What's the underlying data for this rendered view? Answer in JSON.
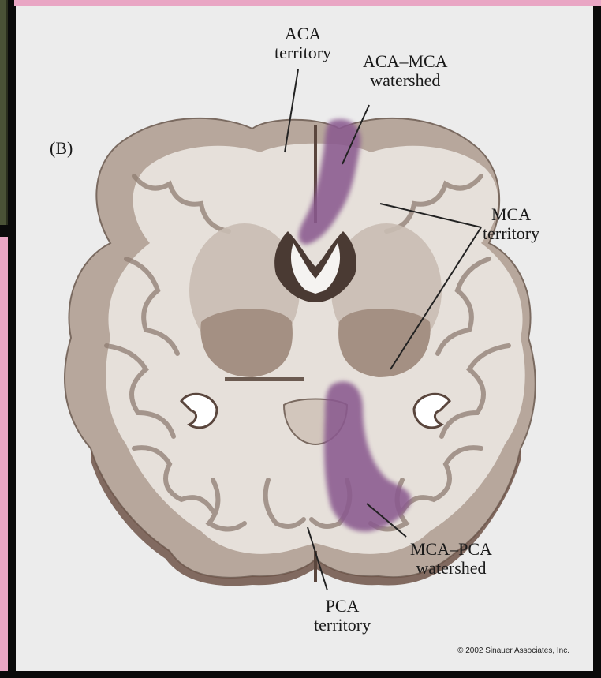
{
  "panel_label": "(B)",
  "labels": {
    "aca_territory": [
      "ACA",
      "territory"
    ],
    "aca_mca_watershed": [
      "ACA–MCA",
      "watershed"
    ],
    "mca_territory": [
      "MCA",
      "territory"
    ],
    "mca_pca_watershed": [
      "MCA–PCA",
      "watershed"
    ],
    "pca_territory": [
      "PCA",
      "territory"
    ]
  },
  "copyright": "© 2002 Sinauer Associates, Inc.",
  "colors": {
    "watershed": "#8a5a8f",
    "cortex": "#b9aaa0",
    "white_matter": "#e7e1dc",
    "background": "#ececec",
    "frame_accent": "#e9a6c4"
  }
}
